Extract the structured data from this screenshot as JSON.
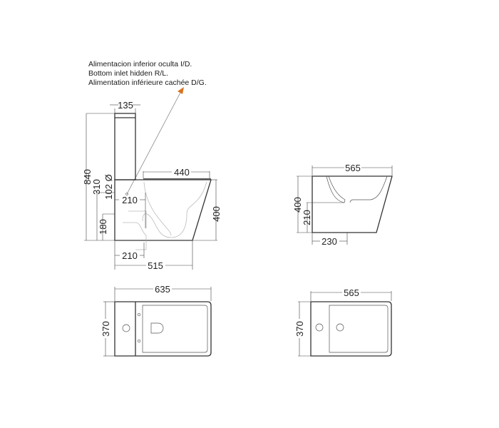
{
  "note": {
    "lines": [
      "Alimentacion inferior oculta I/D.",
      "Bottom inlet hidden R/L.",
      "Alimentation inférieure cachée D/G."
    ],
    "arrow_color": "#d9731f"
  },
  "toilet_side": {
    "tank_width": "135",
    "total_height": "840",
    "bowl_top": "440",
    "inlet_height": "310",
    "outlet_diameter": "102 Ø",
    "outlet_offset": "210",
    "outlet_height": "180",
    "bowl_height": "400",
    "base_offset": "210",
    "base_depth": "515"
  },
  "bidet_side": {
    "length": "565",
    "height": "400",
    "outlet_height": "210",
    "outlet_offset": "230"
  },
  "toilet_top": {
    "length": "635",
    "width": "370"
  },
  "bidet_top": {
    "length": "565",
    "width": "370"
  }
}
